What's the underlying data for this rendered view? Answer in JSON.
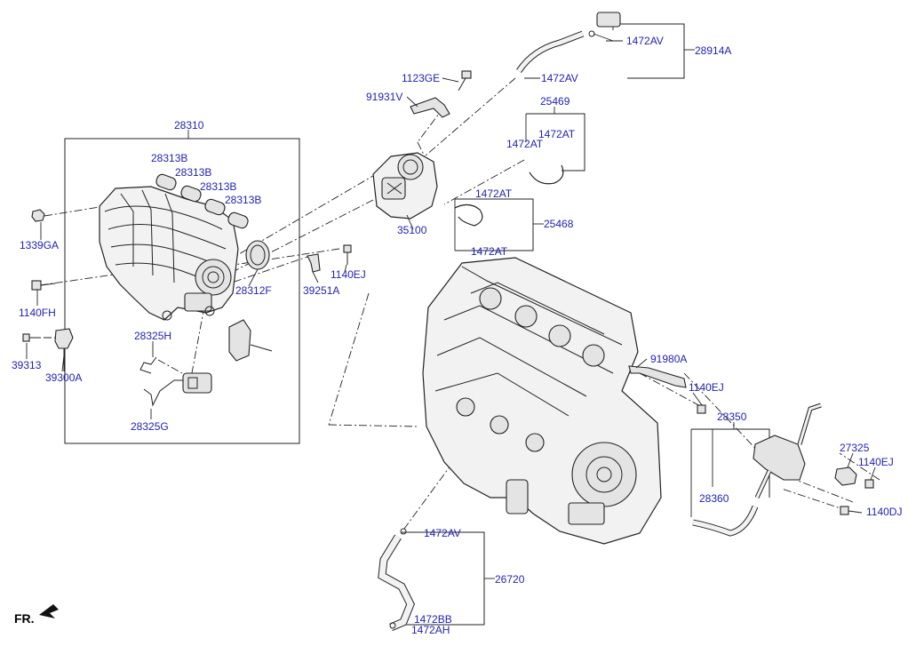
{
  "diagram": {
    "orientation_label": "FR.",
    "labels": {
      "p28914A": "28914A",
      "p1472AV_top1": "1472AV",
      "p1472AV_top2": "1472AV",
      "p1123GE": "1123GE",
      "p91931V": "91931V",
      "p25469": "25469",
      "p1472AT_a": "1472AT",
      "p1472AT_b": "1472AT",
      "p1472AT_c": "1472AT",
      "p25468": "25468",
      "p1472AT_d": "1472AT",
      "p35100": "35100",
      "p28310": "28310",
      "p28313B_1": "28313B",
      "p28313B_2": "28313B",
      "p28313B_3": "28313B",
      "p28313B_4": "28313B",
      "p1339GA": "1339GA",
      "p28312F": "28312F",
      "p1140EJ_a": "1140EJ",
      "p39251A": "39251A",
      "p1140FH": "1140FH",
      "p28325H": "28325H",
      "p39313": "39313",
      "p39300A": "39300A",
      "p28325G": "28325G",
      "p91980A": "91980A",
      "p1140EJ_b": "1140EJ",
      "p28350": "28350",
      "p27325": "27325",
      "p1140EJ_c": "1140EJ",
      "p28360": "28360",
      "p1140DJ": "1140DJ",
      "p1472AV_bot": "1472AV",
      "p26720": "26720",
      "p1472BB": "1472BB",
      "p1472AH": "1472AH"
    }
  }
}
